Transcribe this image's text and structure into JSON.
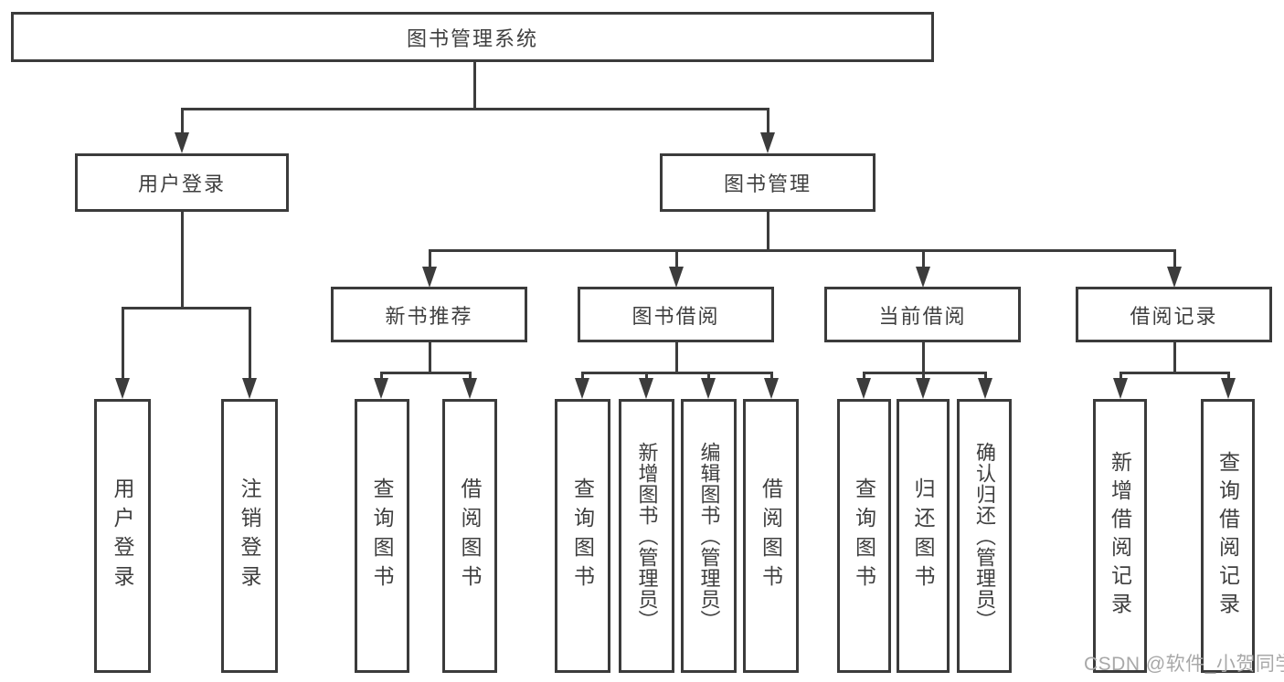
{
  "watermark": "CSDN @软件_小贺同学",
  "colors": {
    "line": "#3c3c3c",
    "box_border": "#3b3b3b",
    "text": "#3f3f3f",
    "watermark": "#a8a8a8",
    "background": "#ffffff"
  },
  "tree": {
    "label": "图书管理系统",
    "children": [
      {
        "label": "用户登录",
        "children": [
          {
            "label": "用户登录"
          },
          {
            "label": "注销登录"
          }
        ]
      },
      {
        "label": "图书管理",
        "children": [
          {
            "label": "新书推荐",
            "children": [
              {
                "label": "查询图书"
              },
              {
                "label": "借阅图书"
              }
            ]
          },
          {
            "label": "图书借阅",
            "children": [
              {
                "label": "查询图书"
              },
              {
                "label": "新增图书（管理员）"
              },
              {
                "label": "编辑图书（管理员）"
              },
              {
                "label": "借阅图书"
              }
            ]
          },
          {
            "label": "当前借阅",
            "children": [
              {
                "label": "查询图书"
              },
              {
                "label": "归还图书"
              },
              {
                "label": "确认归还（管理员）"
              }
            ]
          },
          {
            "label": "借阅记录",
            "children": [
              {
                "label": "新增借阅记录"
              },
              {
                "label": "查询借阅记录"
              }
            ]
          }
        ]
      }
    ]
  }
}
